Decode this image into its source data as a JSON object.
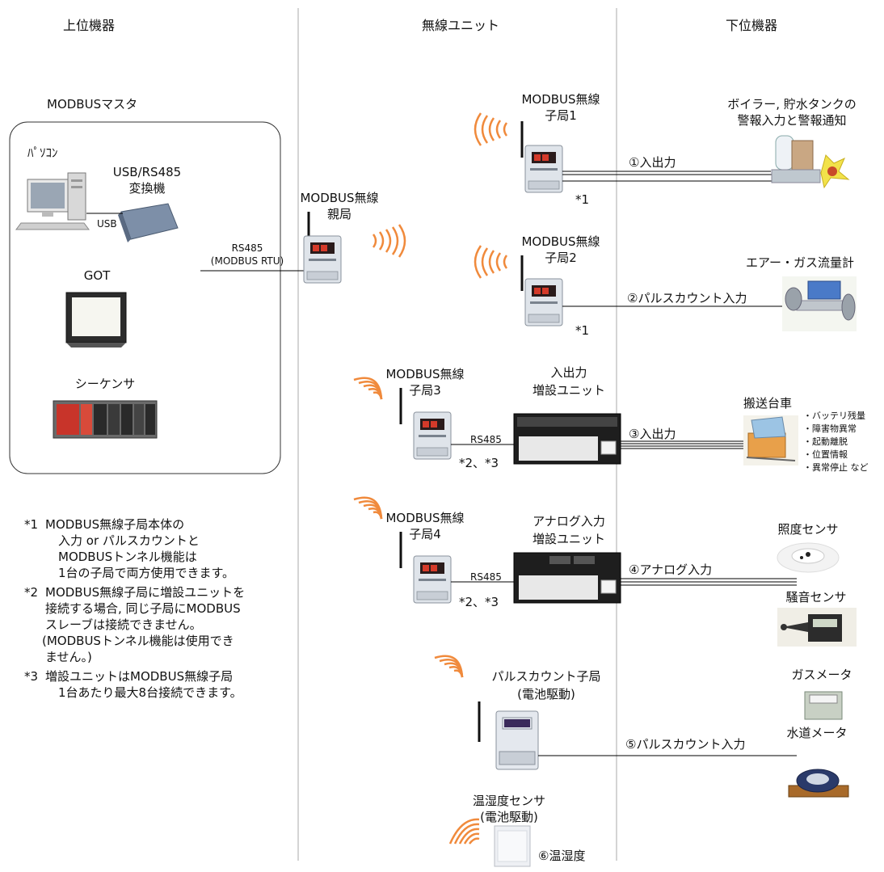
{
  "headers": {
    "upper": "上位機器",
    "wireless": "無線ユニット",
    "lower": "下位機器"
  },
  "master": {
    "title": "MODBUSマスタ",
    "pc": "ﾊﾟｿｺﾝ",
    "converter": [
      "USB/RS485",
      "変換機"
    ],
    "usb": "USB",
    "got": "GOT",
    "plc": "シーケンサ"
  },
  "connection": {
    "line1": "RS485",
    "line2": "(MODBUS RTU)"
  },
  "parent": {
    "line1": "MODBUS無線",
    "line2": "親局"
  },
  "child1": {
    "line1": "MODBUS無線",
    "line2": "子局1",
    "note": "*1",
    "link": "①入出力"
  },
  "child2": {
    "line1": "MODBUS無線",
    "line2": "子局2",
    "note": "*1",
    "link": "②パルスカウント入力"
  },
  "child3": {
    "line1": "MODBUS無線",
    "line2": "子局3",
    "note": "*2、*3",
    "rs485": "RS485",
    "link": "③入出力",
    "ext_line1": "入出力",
    "ext_line2": "増設ユニット"
  },
  "child4": {
    "line1": "MODBUS無線",
    "line2": "子局4",
    "note": "*2、*3",
    "rs485": "RS485",
    "link": "④アナログ入力",
    "ext_line1": "アナログ入力",
    "ext_line2": "増設ユニット"
  },
  "pulse_unit": {
    "line1": "パルスカウント子局",
    "line2": "(電池駆動)",
    "link": "⑤パルスカウント入力"
  },
  "temp_unit": {
    "line1": "温湿度センサ",
    "line2": "(電池駆動)",
    "link": "⑥温湿度"
  },
  "devices": {
    "boiler": [
      "ボイラー, 貯水タンクの",
      "警報入力と警報通知"
    ],
    "flowmeter": "エアー・ガス流量計",
    "cart": "搬送台車",
    "cart_items": [
      "・バッテリ残量",
      "・障害物異常",
      "・起動離脱",
      "・位置情報",
      "・異常停止  など"
    ],
    "illuminance": "照度センサ",
    "noise": "騒音センサ",
    "gas_meter": "ガスメータ",
    "water_meter": "水道メータ"
  },
  "notes": [
    {
      "mark": "*1",
      "lines": [
        "MODBUS無線子局本体の",
        "入力 or パルスカウントと",
        "MODBUSトンネル機能は",
        "1台の子局で両方使用できます。"
      ]
    },
    {
      "mark": "*2",
      "lines": [
        "MODBUS無線子局に増設ユニットを",
        "接続する場合, 同じ子局にMODBUS",
        "スレーブは接続できません。",
        "(MODBUSトンネル機能は使用でき",
        "ません。)"
      ]
    },
    {
      "mark": "*3",
      "lines": [
        "増設ユニットはMODBUS無線子局",
        "1台あたり最大8台接続できます。"
      ]
    }
  ],
  "colors": {
    "wave": "#f08a3c",
    "unit": "#dde3ea",
    "screen": "#3a1f1f",
    "line": "#000000",
    "divider": "#aaaaaa"
  }
}
